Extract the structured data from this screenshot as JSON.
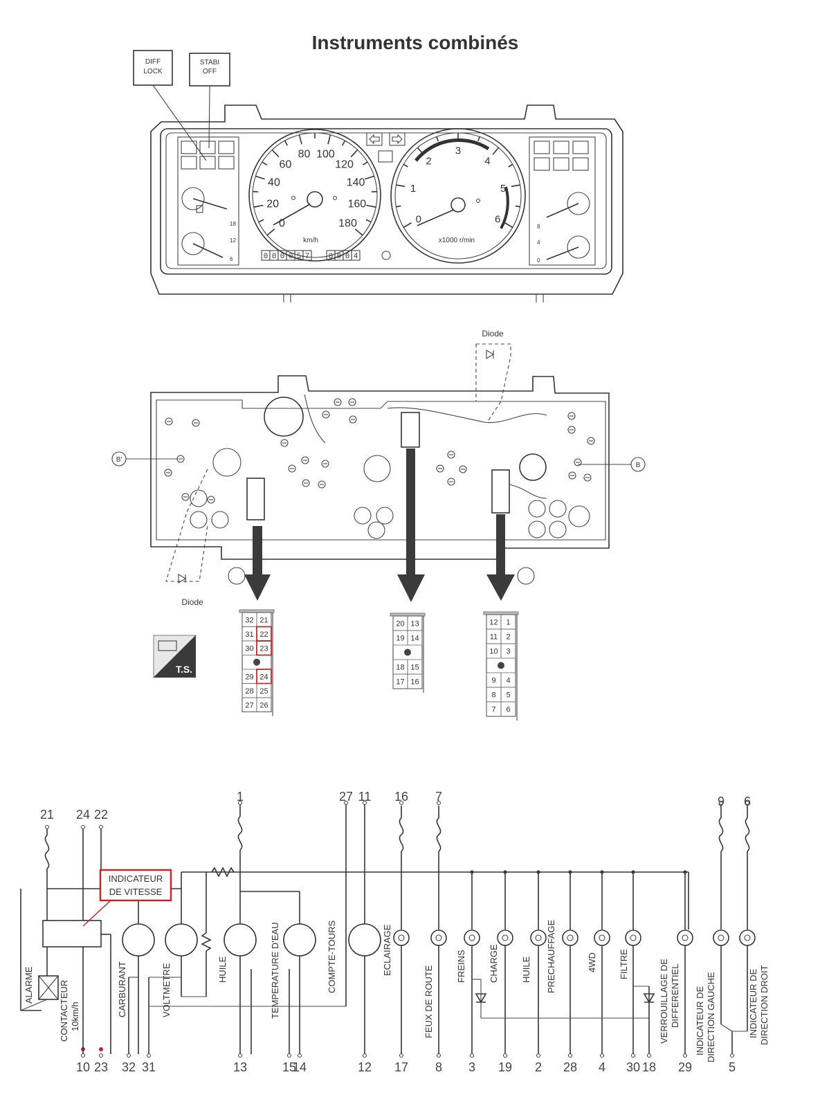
{
  "title": "Instruments combinés",
  "callouts": {
    "diff_lock": [
      "DIFF",
      "LOCK"
    ],
    "stabi_off": [
      "STABI",
      "OFF"
    ]
  },
  "speedometer": {
    "labels": [
      "0",
      "20",
      "40",
      "60",
      "80",
      "100",
      "120",
      "140",
      "160",
      "180"
    ],
    "unit": "km/h",
    "odometer": [
      "0",
      "0",
      "0",
      "0",
      "5",
      "7"
    ],
    "trip": [
      "0",
      "0",
      "0",
      "4"
    ]
  },
  "tachometer": {
    "labels": [
      "0",
      "1",
      "2",
      "3",
      "4",
      "5",
      "6"
    ],
    "unit": "x1000 r/min"
  },
  "left_gauge_scale": [
    "18",
    "12",
    "6"
  ],
  "right_gauge_scale": [
    "8",
    "4",
    "0"
  ],
  "diode_label": "Diode",
  "markers": {
    "left": "B'",
    "right": "B"
  },
  "badge": "T.S.",
  "connectors": {
    "left": [
      [
        "32",
        "21"
      ],
      [
        "31",
        "22"
      ],
      [
        "30",
        "23"
      ],
      [
        "",
        ""
      ],
      [
        "29",
        "24"
      ],
      [
        "28",
        "25"
      ],
      [
        "27",
        "26"
      ]
    ],
    "left_highlight": [
      "22",
      "23",
      "24"
    ],
    "middle": [
      [
        "20",
        "13"
      ],
      [
        "19",
        "14"
      ],
      [
        "",
        ""
      ],
      [
        "18",
        "15"
      ],
      [
        "17",
        "16"
      ]
    ],
    "right": [
      [
        "12",
        "1"
      ],
      [
        "11",
        "2"
      ],
      [
        "10",
        "3"
      ],
      [
        "",
        ""
      ],
      [
        "9",
        "4"
      ],
      [
        "8",
        "5"
      ],
      [
        "7",
        "6"
      ]
    ]
  },
  "schematic": {
    "top_pins": [
      "21",
      "24",
      "22",
      "1",
      "27",
      "11",
      "16",
      "7",
      "9",
      "6"
    ],
    "bottom_pins": [
      "10",
      "23",
      "32",
      "31",
      "13",
      "15",
      "14",
      "12",
      "17",
      "8",
      "3",
      "19",
      "2",
      "28",
      "4",
      "30",
      "18",
      "29",
      "5"
    ],
    "indicateur": [
      "INDICATEUR",
      "DE VITESSE"
    ],
    "labels": {
      "alarme": "ALARME",
      "contacteur": "CONTACTEUR",
      "speed": "10km/h",
      "carburant": "CARBURANT",
      "voltmetre": "VOLTMETRE",
      "huile1": "HUILE",
      "temperature": "TEMPERATURE D'EAU",
      "compte_tours": "COMPTE-TOURS",
      "eclairage": "ECLAIRAGE",
      "feux_route": "FEUX DE ROUTE",
      "freins": "FREINS",
      "charge": "CHARGE",
      "huile2": "HUILE",
      "prechauffage": "PRECHAUFFAGE",
      "fourwd": "4WD",
      "filtre": "FILTRE",
      "verrouillage": [
        "VERROUILLAGE DE",
        "DIFFERENTIEL"
      ],
      "dir_gauche": [
        "INDICATEUR DE",
        "DIRECTION GAUCHE"
      ],
      "dir_droit": [
        "INDICATEUR DE",
        "DIRECTION DROIT"
      ]
    }
  },
  "colors": {
    "highlight": "#c0282d",
    "ink": "#333333",
    "badge_dark": "#3a3a3a"
  }
}
